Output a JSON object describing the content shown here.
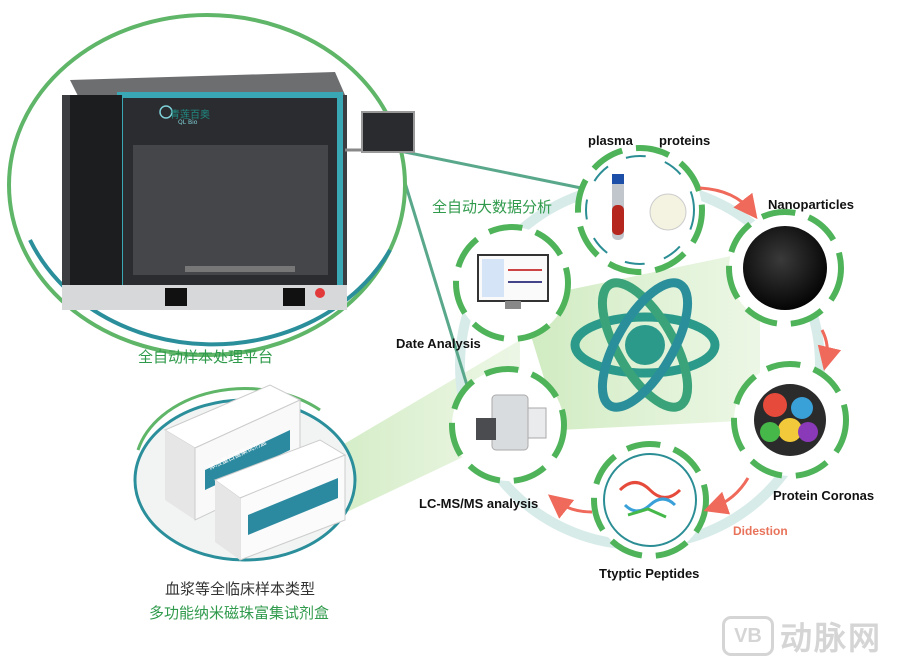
{
  "platform": {
    "title": "全自动样本处理平台",
    "brand_cn": "青莲百奥",
    "brand_en": "QL Bio"
  },
  "kit": {
    "line1": "血浆等全临床样本类型",
    "line2": "多功能纳米磁珠富集试剂盒",
    "box_label": "体液蛋白富集试剂盒"
  },
  "cycle": {
    "plasma": "plasma",
    "proteins": "proteins",
    "nanoparticles": "Nanoparticles",
    "protein_coronas": "Protein Coronas",
    "digestion": "Didestion",
    "peptides": "Ttyptic Peptides",
    "lcms": "LC-MS/MS analysis",
    "date_analysis": "Date Analysis",
    "bigdata": "全自动大数据分析"
  },
  "watermark": {
    "logo": "VB",
    "text": "动脉网"
  },
  "colors": {
    "green": "#4caf50",
    "teal": "#2a8f9b",
    "arrow": "#ef6a5a",
    "dash_green": "#4fb35a",
    "dash_teal": "#2c8e95"
  }
}
